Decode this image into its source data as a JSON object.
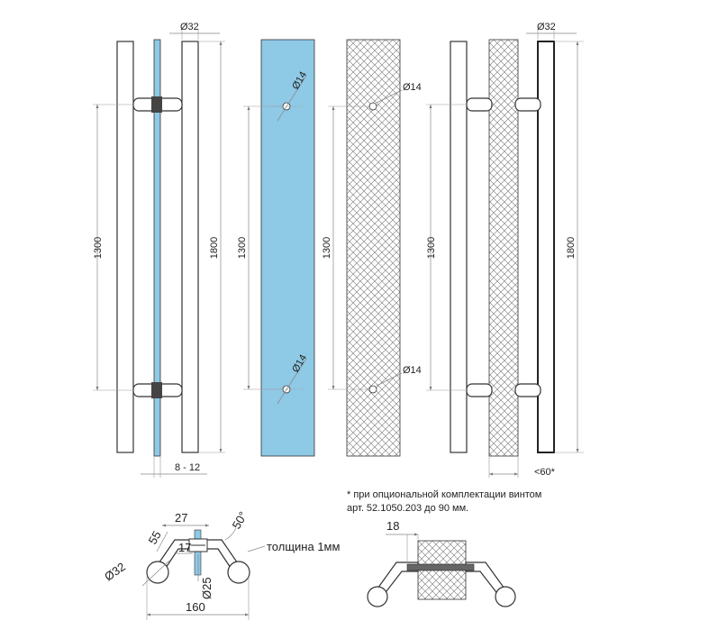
{
  "colors": {
    "glass": "#8ec9e6",
    "line": "#333333",
    "dim": "#888888"
  },
  "labels": {
    "d32": "Ø32",
    "d14": "Ø14",
    "d25": "Ø25",
    "len1300": "1300",
    "len1800": "1800",
    "glass_range": "8 - 12",
    "wood_max": "<60*",
    "dim27": "27",
    "dim55": "55",
    "dim17": "17",
    "dim160": "160",
    "dim18": "18",
    "angle50": "50°",
    "thickness": "толщина 1мм"
  },
  "note": {
    "line1": "* при опциональной комплектации винтом",
    "line2": "арт. 52.1050.203 до 90 мм."
  }
}
